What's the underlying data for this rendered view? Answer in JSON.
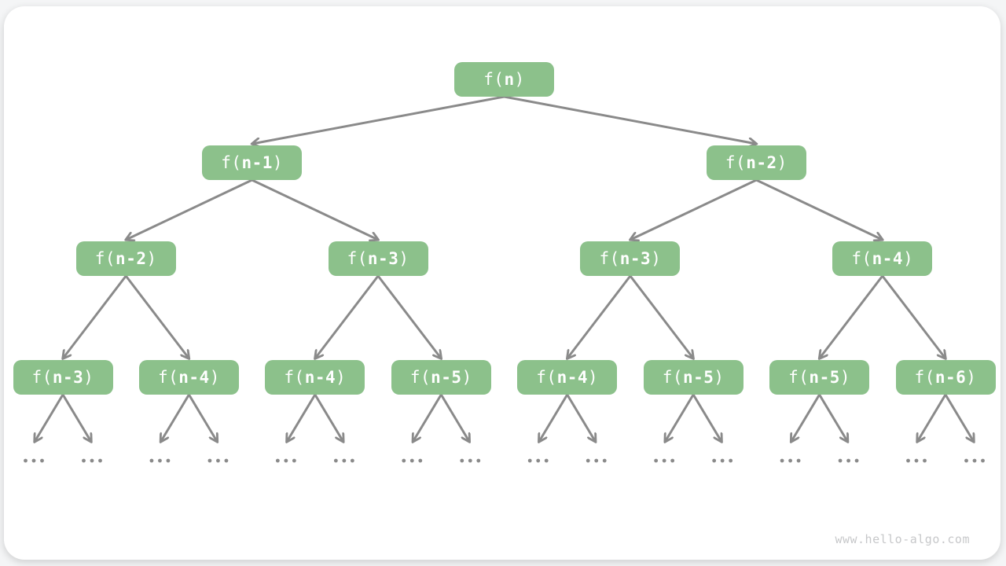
{
  "tree": {
    "label": "f(n)",
    "children": [
      {
        "label": "f(n-1)",
        "children": [
          {
            "label": "f(n-2)",
            "children": [
              {
                "label": "f(n-3)"
              },
              {
                "label": "f(n-4)"
              }
            ]
          },
          {
            "label": "f(n-3)",
            "children": [
              {
                "label": "f(n-4)"
              },
              {
                "label": "f(n-5)"
              }
            ]
          }
        ]
      },
      {
        "label": "f(n-2)",
        "children": [
          {
            "label": "f(n-3)",
            "children": [
              {
                "label": "f(n-4)"
              },
              {
                "label": "f(n-5)"
              }
            ]
          },
          {
            "label": "f(n-4)",
            "children": [
              {
                "label": "f(n-5)"
              },
              {
                "label": "f(n-6)"
              }
            ]
          }
        ]
      }
    ]
  },
  "ellipsis": "...",
  "watermark": "www.hello-algo.com",
  "colors": {
    "node_bg": "#8CC18B",
    "node_text": "#ffffff",
    "arrow": "#8A8A8A",
    "watermark_text": "#C7C8CA"
  }
}
